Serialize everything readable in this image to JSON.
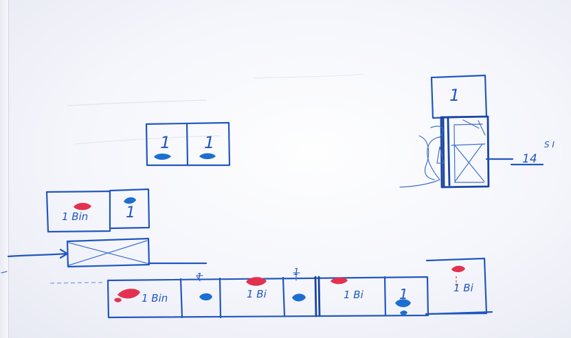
{
  "sketch": {
    "colors": {
      "ink": "#1f56c0",
      "red": "#e2324f",
      "blue_mark": "#1c6fd1"
    },
    "room_top": {
      "left_label": "1",
      "right_label": "1"
    },
    "room_left": {
      "left_label": "1 Bin",
      "right_label": "1"
    },
    "tower": {
      "top_label": "1",
      "side_label": "14",
      "corner_label": "S I"
    },
    "bottom_row": {
      "cell1": "1 Bin",
      "cell2_top": "1",
      "cell3": "1 Bi",
      "cell4_top": "1",
      "cell5": "1 Bi",
      "cell6": "1",
      "cell7": "1 Bi"
    }
  }
}
